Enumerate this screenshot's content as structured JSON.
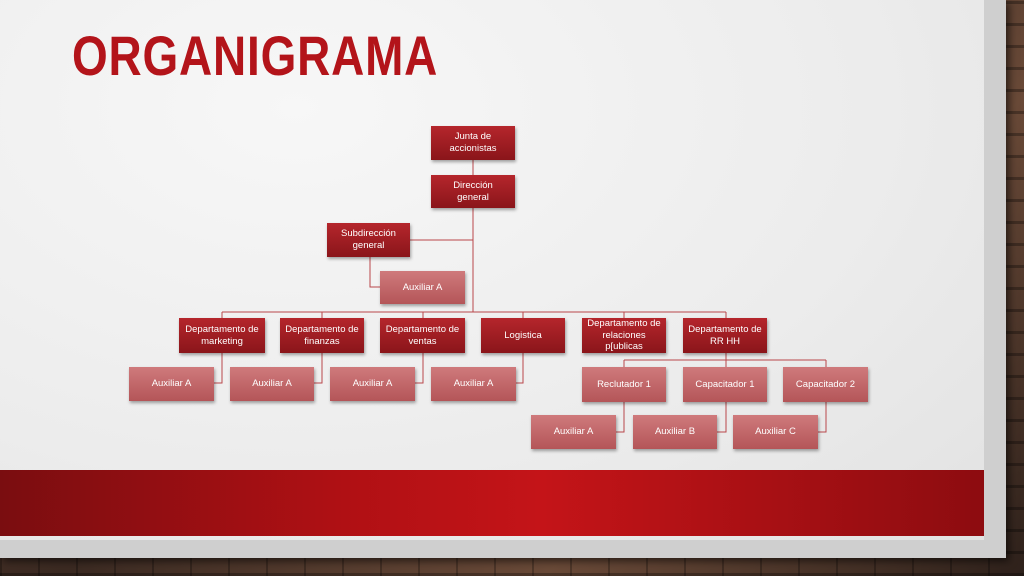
{
  "slide": {
    "title": "ORGANIGRAMA",
    "colors": {
      "accent": "#b3141a",
      "band": "#b01014",
      "node_dark": "#a01e24",
      "node_light": "#c46a6c"
    }
  },
  "org": {
    "junta": "Junta de accionistas",
    "direccion": "Dirección\ngeneral",
    "subdireccion": "Subdirección\ngeneral",
    "sub_auxiliar": "Auxiliar A",
    "departments": {
      "marketing": "Departamento de marketing",
      "finanzas": "Departamento de finanzas",
      "ventas": "Departamento de ventas",
      "logistica": "Logistica",
      "relaciones": "Departamento de relaciones p[ublicas",
      "rrhh": "Departamento de RR HH"
    },
    "dept_auxiliares": {
      "marketing": "Auxiliar A",
      "finanzas": "Auxiliar A",
      "ventas": "Auxiliar A",
      "logistica": "Auxiliar A"
    },
    "rrhh_children": {
      "reclutador": "Reclutador 1",
      "capacitador1": "Capacitador 1",
      "capacitador2": "Capacitador 2"
    },
    "rrhh_auxiliares": {
      "reclutador": "Auxiliar A",
      "capacitador1": "Auxiliar B",
      "capacitador2": "Auxiliar C"
    }
  }
}
